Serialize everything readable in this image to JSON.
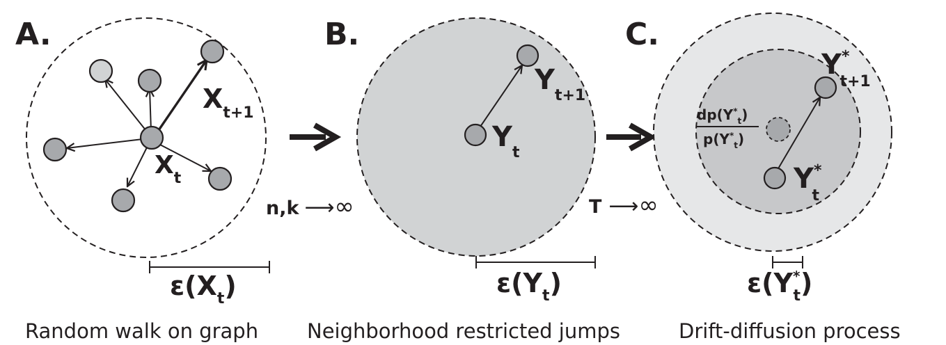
{
  "panels": [
    {
      "letter": "A.",
      "caption": "Random walk on graph",
      "node_label": "X",
      "node_sub": "t",
      "next_label": "X",
      "next_sub": "t+1",
      "scale_prefix": "ε(X",
      "scale_sub": "t",
      "scale_suffix": ")"
    },
    {
      "letter": "B.",
      "caption": "Neighborhood restricted jumps",
      "node_label": "Y",
      "node_sub": "t",
      "next_label": "Y",
      "next_sub": "t+1",
      "scale_prefix": "ε(Y",
      "scale_sub": "t",
      "scale_suffix": ")"
    },
    {
      "letter": "C.",
      "caption": "Drift-diffusion process",
      "node_label": "Y",
      "node_sup": "*",
      "node_sub": "t",
      "next_label": "Y",
      "next_sup": "*",
      "next_sub": "t+1",
      "drift_num": "dp(Y",
      "drift_num_sup": "*",
      "drift_num_sub": "t",
      "drift_num_close": ")",
      "drift_den": "p(Y",
      "drift_den_sup": "*",
      "drift_den_sub": "t",
      "drift_den_close": ")",
      "scale_prefix": "ε(Y",
      "scale_sup": "*",
      "scale_sub": "t",
      "scale_suffix": ")"
    }
  ],
  "transitions": [
    {
      "limit": "n,k",
      "arrow": "⟶",
      "infinity": "∞"
    },
    {
      "limit": "T",
      "arrow": "⟶",
      "infinity": "∞"
    }
  ],
  "colors": {
    "ink": "#231f20",
    "node_fill": "#a7a9ac",
    "node_fill_light": "#d1d3d4",
    "neighborhood_fill": "#d1d3d4",
    "outer_ring_fill": "#e6e7e8"
  }
}
